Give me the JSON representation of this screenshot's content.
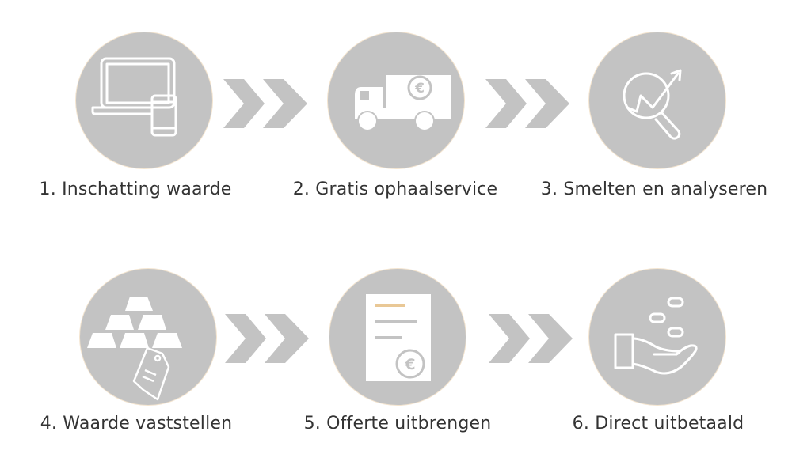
{
  "colors": {
    "circle_fill": "#c3c3c3",
    "icon_stroke": "#ffffff",
    "accent_edge": "#f0c28a",
    "chevron_fill": "#c3c3c3",
    "label_text": "#333333",
    "background": "#ffffff"
  },
  "steps": [
    {
      "number": "1",
      "label": "1. Inschatting waarde",
      "icon": "laptop-phone-icon"
    },
    {
      "number": "2",
      "label": "2. Gratis ophaalservice",
      "icon": "delivery-truck-euro-icon"
    },
    {
      "number": "3",
      "label": "3. Smelten en analyseren",
      "icon": "magnifier-trend-chart-icon"
    },
    {
      "number": "4",
      "label": "4. Waarde vaststellen",
      "icon": "gold-bars-price-tag-icon"
    },
    {
      "number": "5",
      "label": "5. Offerte uitbrengen",
      "icon": "document-euro-icon"
    },
    {
      "number": "6",
      "label": "6. Direct uitbetaald",
      "icon": "hand-coins-icon"
    }
  ],
  "connectors": [
    {
      "from": "1",
      "to": "2",
      "icon": "double-chevron-right-icon"
    },
    {
      "from": "2",
      "to": "3",
      "icon": "double-chevron-right-icon"
    },
    {
      "from": "4",
      "to": "5",
      "icon": "double-chevron-right-icon"
    },
    {
      "from": "5",
      "to": "6",
      "icon": "double-chevron-right-icon"
    }
  ]
}
